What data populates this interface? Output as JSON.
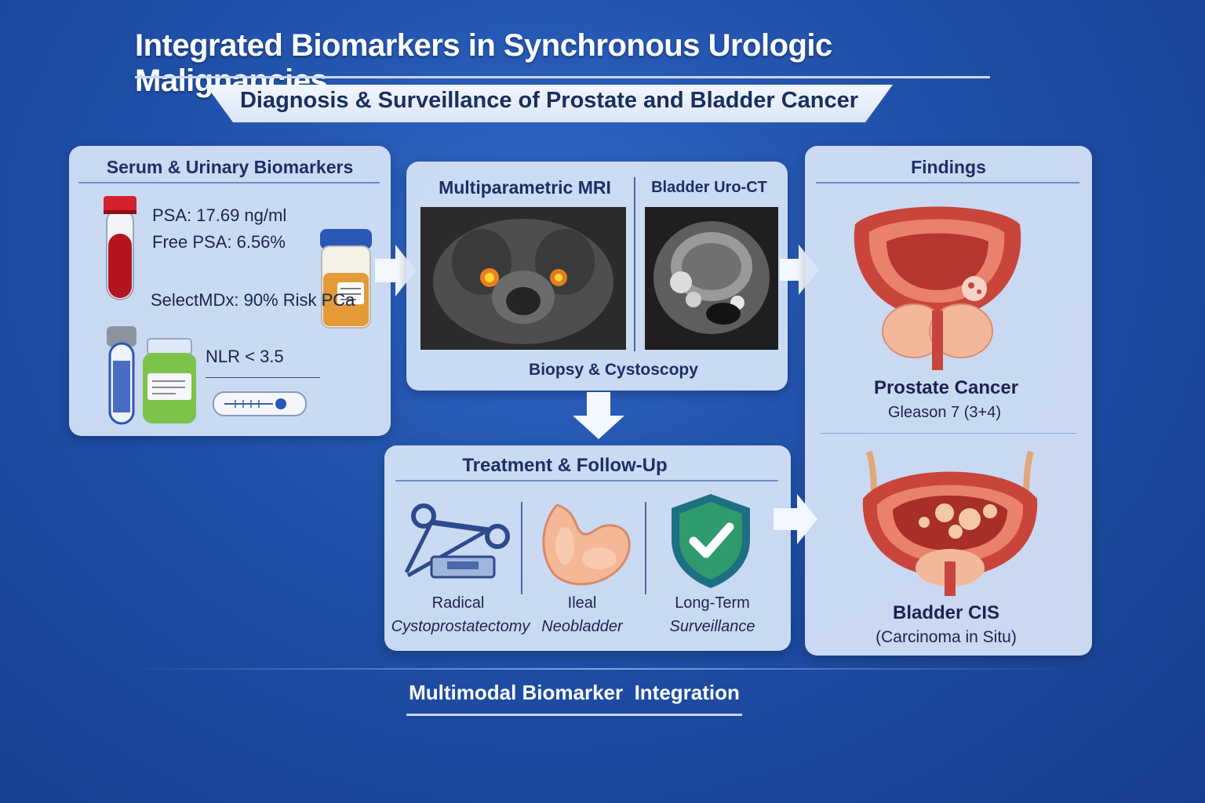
{
  "header": {
    "title": "Integrated Biomarkers in Synchronous Urologic Malignancies",
    "subtitle": "Diagnosis & Surveillance of Prostate and Bladder Cancer"
  },
  "biomarkers": {
    "heading": "Serum & Urinary Biomarkers",
    "psa": "PSA: 17.69 ng/ml",
    "free_psa": "Free PSA: 6.56%",
    "selectmdx": "SelectMDx: 90% Risk PCa",
    "nlr": "NLR < 3.5"
  },
  "imaging": {
    "mri_heading": "Multiparametric MRI",
    "ct_heading": "Bladder Uro-CT",
    "caption": "Biopsy & Cystoscopy"
  },
  "treatment": {
    "heading": "Treatment & Follow-Up",
    "items": [
      {
        "line1": "Radical",
        "line2": "Cystoprostatectomy"
      },
      {
        "line1": "Ileal",
        "line2": "Neobladder"
      },
      {
        "line1": "Long-Term",
        "line2": "Surveillance"
      }
    ]
  },
  "findings": {
    "heading": "Findings",
    "prostate_title": "Prostate Cancer",
    "prostate_detail": "Gleason 7 (3+4)",
    "bladder_title": "Bladder CIS",
    "bladder_detail": "(Carcinoma in Situ)"
  },
  "footer": {
    "label": "Multimodal Biomarker  Integration"
  },
  "colors": {
    "background": "#1f4fa8",
    "panel": "#d7e4f8",
    "heading_text": "#1c2f66",
    "shield": "#1e7a5a",
    "tissue": "#e0574a"
  }
}
